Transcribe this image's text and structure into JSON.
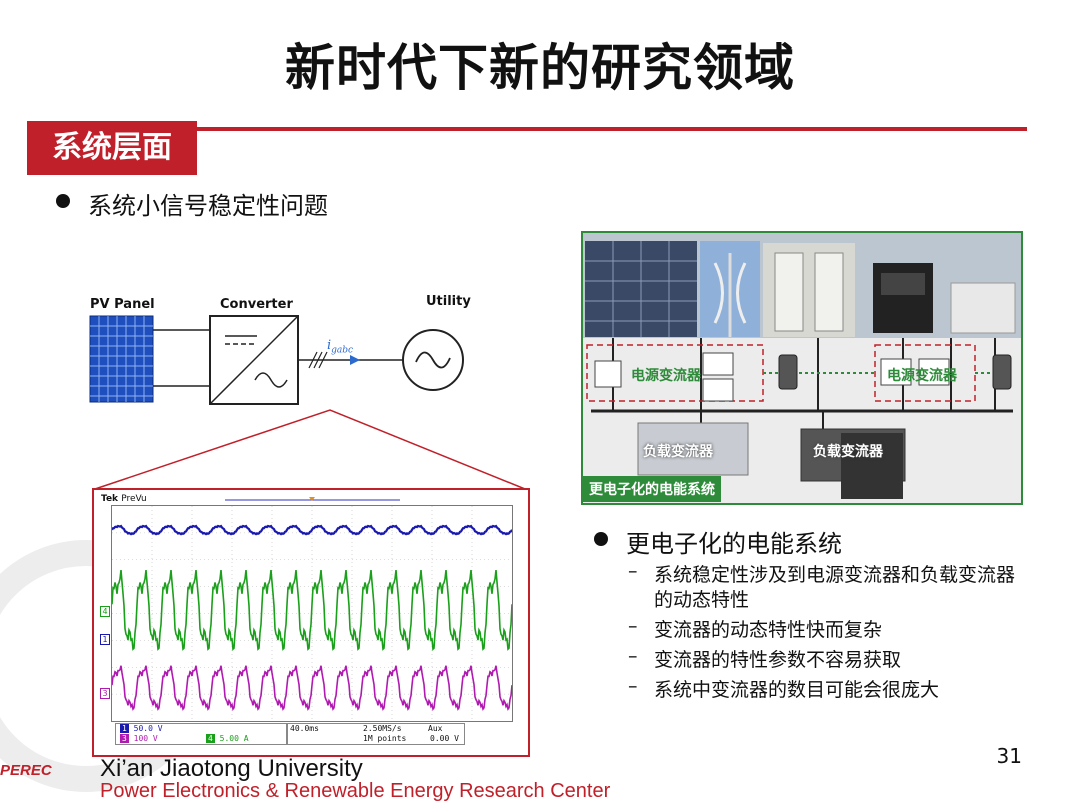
{
  "title": "新时代下新的研究领域",
  "section": "系统层面",
  "main_bullet": "系统小信号稳定性问题",
  "circuit": {
    "pv_label": "PV Panel",
    "converter_label": "Converter",
    "utility_label": "Utility",
    "current_label": "i",
    "current_sub": "gabc"
  },
  "photo": {
    "source_converter_1": "电源变流器",
    "source_converter_2": "电源变流器",
    "load_converter_1": "负载变流器",
    "load_converter_2": "负载变流器",
    "caption": "更电子化的电能系统"
  },
  "scope": {
    "brand": "Tek",
    "mode": "PreVu",
    "ch_markers": [
      "4",
      "1",
      "3"
    ],
    "status_left": [
      "50.0 V",
      "100 V",
      "5.00 A"
    ],
    "ch_labels": [
      "1",
      "3",
      "4"
    ],
    "timebase": "40.0ms",
    "sample_rate": "2.50MS/s",
    "points": "1M points",
    "trigger": "Aux",
    "trigger_level": "0.00 V"
  },
  "right_bullet": "更电子化的电能系统",
  "sub_items": [
    "系统稳定性涉及到电源变流器和负载变流器",
    "的动态特性",
    "变流器的动态特性快而复杂",
    "变流器的特性参数不容易获取",
    "系统中变流器的数目可能会很庞大"
  ],
  "dash": "–",
  "page_number": "31",
  "footer": {
    "logo": "PEREC",
    "university": "Xi’an Jiaotong University",
    "center": "Power Electronics & Renewable Energy Research Center"
  },
  "colors": {
    "accent_red": "#c0202a",
    "green_frame": "#2e8b3a",
    "trace_blue": "#1a1ab0",
    "trace_green": "#1aa01a",
    "trace_magenta": "#b01ab0"
  }
}
